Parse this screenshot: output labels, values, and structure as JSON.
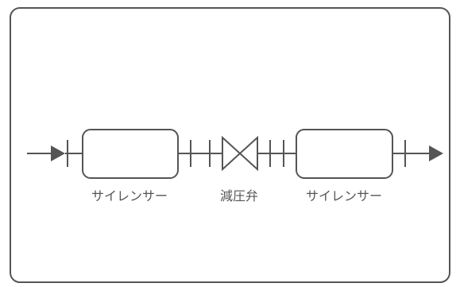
{
  "labels": {
    "silencer_left": "サイレンサー",
    "reducing_valve": "減圧弁",
    "silencer_right": "サイレンサー"
  },
  "colors": {
    "stroke": "#555555",
    "frame": "#555555",
    "background": "#ffffff"
  }
}
